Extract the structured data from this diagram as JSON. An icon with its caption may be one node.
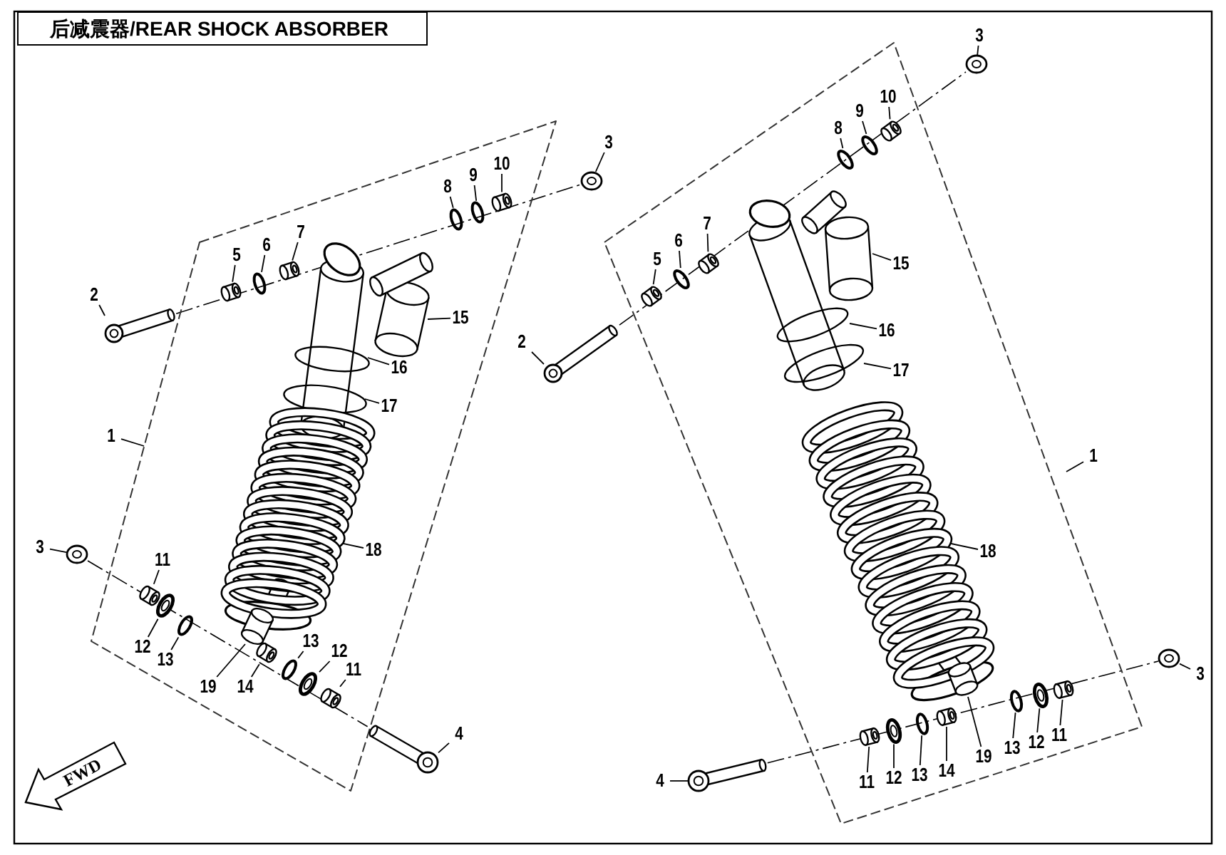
{
  "diagram": {
    "title": "后减震器/REAR SHOCK ABSORBER",
    "nodes": [
      {
        "text": [
          "1"
        ]
      },
      {
        "text": [
          "2"
        ]
      },
      {
        "text": [
          "3"
        ]
      },
      {
        "text": [
          "3"
        ]
      },
      {
        "text": [
          "4"
        ]
      },
      {
        "text": [
          "5"
        ]
      },
      {
        "text": [
          "6"
        ]
      },
      {
        "text": [
          "7"
        ]
      },
      {
        "text": [
          "8"
        ]
      },
      {
        "text": [
          "9"
        ]
      },
      {
        "text": [
          "10"
        ]
      },
      {
        "text": [
          "11"
        ]
      },
      {
        "text": [
          "12"
        ]
      },
      {
        "text": [
          "13"
        ]
      },
      {
        "text": [
          "11"
        ]
      },
      {
        "text": [
          "12"
        ]
      },
      {
        "text": [
          "13"
        ]
      },
      {
        "text": [
          "14"
        ]
      },
      {
        "text": [
          "15"
        ]
      },
      {
        "text": [
          "16"
        ]
      },
      {
        "text": [
          "17"
        ]
      },
      {
        "text": [
          "18"
        ]
      },
      {
        "text": [
          "19"
        ]
      },
      {
        "text": [
          "3"
        ]
      },
      {
        "text": [
          "3"
        ]
      },
      {
        "text": [
          "1"
        ]
      },
      {
        "text": [
          "2"
        ]
      },
      {
        "text": [
          "4"
        ]
      },
      {
        "text": [
          "5"
        ]
      },
      {
        "text": [
          "6"
        ]
      },
      {
        "text": [
          "7"
        ]
      },
      {
        "text": [
          "8"
        ]
      },
      {
        "text": [
          "9"
        ]
      },
      {
        "text": [
          "10"
        ]
      },
      {
        "text": [
          "15"
        ]
      },
      {
        "text": [
          "16"
        ]
      },
      {
        "text": [
          "17"
        ]
      },
      {
        "text": [
          "18"
        ]
      },
      {
        "text": [
          "11"
        ]
      },
      {
        "text": [
          "12"
        ]
      },
      {
        "text": [
          "13"
        ]
      },
      {
        "text": [
          "14"
        ]
      },
      {
        "text": [
          "19"
        ]
      },
      {
        "text": [
          "13"
        ]
      },
      {
        "text": [
          "12"
        ]
      },
      {
        "text": [
          "11"
        ]
      },
      {
        "text": [],
        "shape": "cylinder"
      },
      {
        "text": [],
        "shape": "circle"
      },
      {
        "text": [],
        "shape": "circle"
      },
      {
        "text": [],
        "shape": "cylinder"
      },
      {
        "text": [],
        "shape": "cylinder"
      },
      {
        "text": [],
        "shape": "circle"
      },
      {
        "text": [],
        "shape": "cylinder"
      },
      {
        "text": [],
        "shape": "circle"
      },
      {
        "text": [],
        "shape": "circle"
      },
      {
        "text": [],
        "shape": "cylinder"
      },
      {
        "text": [],
        "shape": "cylinder"
      },
      {
        "text": [],
        "shape": "circle"
      },
      {
        "text": [],
        "shape": "circle"
      },
      {
        "text": [],
        "shape": "cylinder"
      },
      {
        "text": [],
        "shape": "circle"
      },
      {
        "text": [],
        "shape": "circle"
      },
      {
        "text": [],
        "shape": "cylinder"
      },
      {
        "text": [],
        "shape": "cylinder"
      },
      {
        "text": [],
        "shape": "circle"
      },
      {
        "text": [],
        "shape": "circle"
      },
      {
        "text": [],
        "shape": "picture"
      },
      {
        "text": [],
        "shape": "cylinder"
      },
      {
        "text": [],
        "shape": "circle"
      },
      {
        "text": [],
        "shape": "circle"
      },
      {
        "text": [],
        "shape": "cylinder"
      },
      {
        "text": [],
        "shape": "cylinder"
      },
      {
        "text": [],
        "shape": "cylinder"
      },
      {
        "text": [],
        "shape": "circle"
      },
      {
        "text": [],
        "shape": "cylinder"
      },
      {
        "text": [],
        "shape": "circle"
      },
      {
        "text": [],
        "shape": "circle"
      },
      {
        "text": [],
        "shape": "cylinder"
      },
      {
        "text": [],
        "shape": "cylinder"
      },
      {
        "text": [],
        "shape": "circle"
      },
      {
        "text": [],
        "shape": "circle"
      },
      {
        "text": [],
        "shape": "picture"
      },
      {
        "text": [],
        "shape": "cylinder"
      },
      {
        "text": [],
        "shape": "circle"
      },
      {
        "text": [],
        "shape": "circle"
      },
      {
        "text": [],
        "shape": "cylinder"
      },
      {
        "text": [],
        "shape": "cylinder"
      },
      {
        "text": [],
        "shape": "circle"
      },
      {
        "text": [],
        "shape": "circle"
      },
      {
        "text": [],
        "shape": "cylinder"
      }
    ],
    "edges": [
      {
        "from": 0,
        "to": null,
        "arrow": "none"
      },
      {
        "from": 1,
        "to": 46,
        "arrow": "none"
      },
      {
        "from": 2,
        "to": 47,
        "arrow": "none"
      },
      {
        "from": 3,
        "to": 48,
        "arrow": "none"
      },
      {
        "from": 4,
        "to": 49,
        "arrow": "none"
      },
      {
        "from": 5,
        "to": 50,
        "arrow": "none"
      },
      {
        "from": 6,
        "to": 51,
        "arrow": "none"
      },
      {
        "from": 7,
        "to": 52,
        "arrow": "none"
      },
      {
        "from": 8,
        "to": 53,
        "arrow": "none"
      },
      {
        "from": 9,
        "to": 54,
        "arrow": "none"
      },
      {
        "from": 10,
        "to": 55,
        "arrow": "none"
      },
      {
        "from": 11,
        "to": 56,
        "arrow": "none"
      },
      {
        "from": 12,
        "to": 57,
        "arrow": "none"
      },
      {
        "from": 13,
        "to": 58,
        "arrow": "none"
      },
      {
        "from": 14,
        "to": 59,
        "arrow": "none"
      },
      {
        "from": 15,
        "to": 60,
        "arrow": "none"
      },
      {
        "from": 16,
        "to": 61,
        "arrow": "none"
      },
      {
        "from": 17,
        "to": 62,
        "arrow": "none"
      },
      {
        "from": 18,
        "to": 63,
        "arrow": "none"
      },
      {
        "from": 19,
        "to": 64,
        "arrow": "none"
      },
      {
        "from": 20,
        "to": 65,
        "arrow": "none"
      },
      {
        "from": 21,
        "to": 66,
        "arrow": "none"
      },
      {
        "from": 22,
        "to": 67,
        "arrow": "none"
      },
      {
        "from": 23,
        "to": 68,
        "arrow": "none"
      },
      {
        "from": 24,
        "to": 69,
        "arrow": "none"
      },
      {
        "from": 25,
        "to": null,
        "arrow": "none"
      },
      {
        "from": 26,
        "to": 70,
        "arrow": "none"
      },
      {
        "from": 27,
        "to": 71,
        "arrow": "none"
      },
      {
        "from": 28,
        "to": 72,
        "arrow": "none"
      },
      {
        "from": 29,
        "to": 73,
        "arrow": "none"
      },
      {
        "from": 30,
        "to": 74,
        "arrow": "none"
      },
      {
        "from": 31,
        "to": 75,
        "arrow": "none"
      },
      {
        "from": 32,
        "to": 76,
        "arrow": "none"
      },
      {
        "from": 33,
        "to": 77,
        "arrow": "none"
      },
      {
        "from": 34,
        "to": 78,
        "arrow": "none"
      },
      {
        "from": 35,
        "to": 79,
        "arrow": "none"
      },
      {
        "from": 36,
        "to": 80,
        "arrow": "none"
      },
      {
        "from": 37,
        "to": 81,
        "arrow": "none"
      },
      {
        "from": 38,
        "to": 82,
        "arrow": "none"
      },
      {
        "from": 39,
        "to": 83,
        "arrow": "none"
      },
      {
        "from": 40,
        "to": 84,
        "arrow": "none"
      },
      {
        "from": 41,
        "to": 85,
        "arrow": "none"
      },
      {
        "from": 42,
        "to": 86,
        "arrow": "none"
      },
      {
        "from": 43,
        "to": 87,
        "arrow": "none"
      },
      {
        "from": 44,
        "to": 88,
        "arrow": "none"
      },
      {
        "from": 45,
        "to": 89,
        "arrow": "none"
      },
      {
        "from": 46,
        "to": 47,
        "arrow": "none",
        "style": "dashed"
      },
      {
        "from": 48,
        "to": 49,
        "arrow": "none",
        "style": "dashed"
      },
      {
        "from": 70,
        "to": 68,
        "arrow": "none",
        "style": "dashed"
      },
      {
        "from": 71,
        "to": 69,
        "arrow": "none",
        "style": "dashed"
      }
    ],
    "labels": [
      "FWD"
    ]
  }
}
